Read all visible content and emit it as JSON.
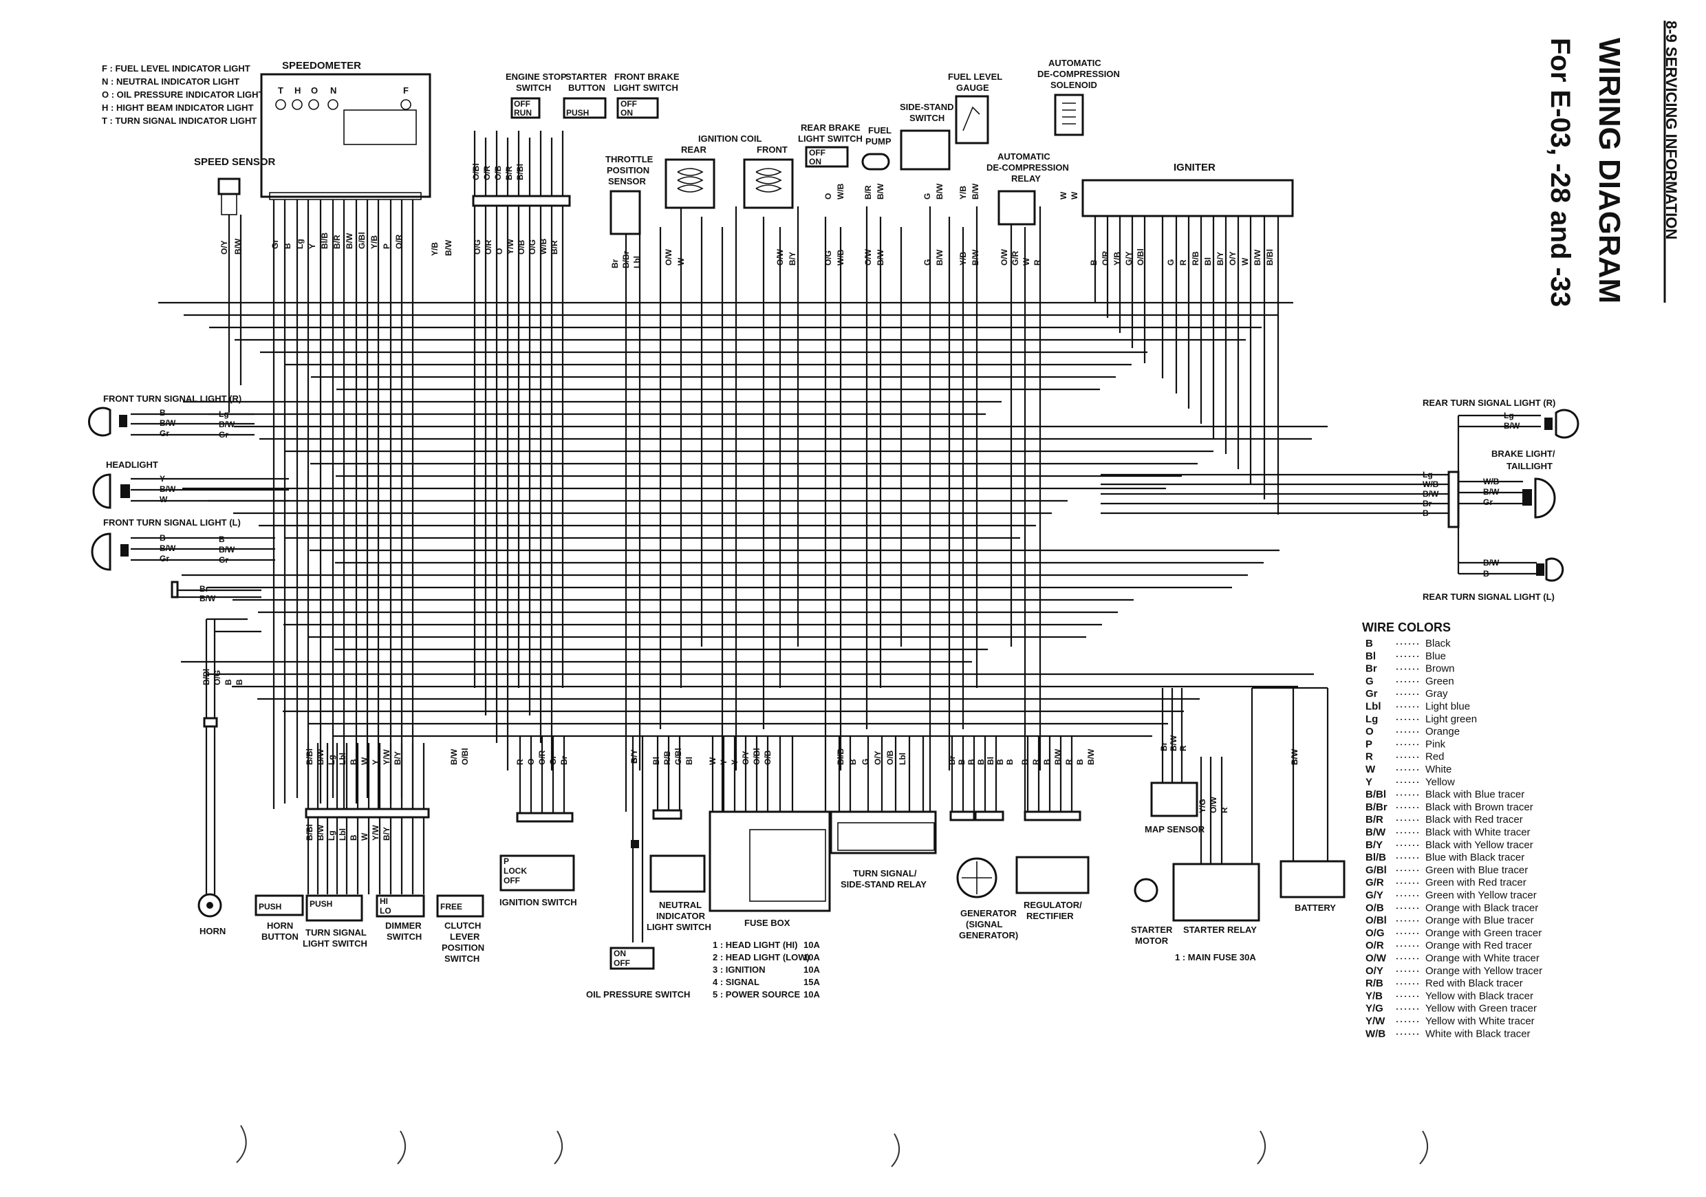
{
  "header": {
    "section": "8-9   SERVICING INFORMATION",
    "title": "WIRING DIAGRAM",
    "subtitle": "For E-03, -28 and -33"
  },
  "indicator_key": [
    "F : FUEL LEVEL INDICATOR LIGHT",
    "N : NEUTRAL INDICATOR LIGHT",
    "O : OIL PRESSURE INDICATOR LIGHT",
    "H : HIGHT BEAM INDICATOR LIGHT",
    "T : TURN SIGNAL INDICATOR LIGHT"
  ],
  "components": {
    "speedometer": "SPEEDOMETER",
    "speed_sensor": "SPEED SENSOR",
    "engine_stop_switch": [
      "ENGINE STOP",
      "SWITCH"
    ],
    "starter_button": [
      "STARTER",
      "BUTTON"
    ],
    "front_brake_switch": [
      "FRONT BRAKE",
      "LIGHT SWITCH"
    ],
    "throttle_sensor": [
      "THROTTLE",
      "POSITION",
      "SENSOR"
    ],
    "ignition_coil": "IGNITION COIL",
    "coil_rear": "REAR",
    "coil_front": "FRONT",
    "rear_brake_switch": [
      "REAR BRAKE",
      "LIGHT SWITCH"
    ],
    "fuel_pump": [
      "FUEL",
      "PUMP"
    ],
    "side_stand_switch": [
      "SIDE-STAND",
      "SWITCH"
    ],
    "fuel_level_gauge": [
      "FUEL LEVEL",
      "GAUGE"
    ],
    "decomp_relay": [
      "AUTOMATIC",
      "DE-COMPRESSION",
      "RELAY"
    ],
    "decomp_solenoid": [
      "AUTOMATIC",
      "DE-COMPRESSION",
      "SOLENOID"
    ],
    "igniter": "IGNITER",
    "front_turn_r": "FRONT TURN SIGNAL LIGHT (R)",
    "headlight": "HEADLIGHT",
    "front_turn_l": "FRONT TURN SIGNAL LIGHT (L)",
    "rear_turn_r": "REAR TURN SIGNAL LIGHT (R)",
    "brake_light": [
      "BRAKE LIGHT/",
      "TAILLIGHT"
    ],
    "rear_turn_l": "REAR TURN SIGNAL LIGHT (L)",
    "horn": "HORN",
    "horn_button": [
      "HORN",
      "BUTTON"
    ],
    "turn_switch": [
      "TURN SIGNAL",
      "LIGHT SWITCH"
    ],
    "dimmer_switch": [
      "DIMMER",
      "SWITCH"
    ],
    "clutch_switch": [
      "CLUTCH",
      "LEVER",
      "POSITION",
      "SWITCH"
    ],
    "ignition_switch": "IGNITION SWITCH",
    "oil_pressure_switch": "OIL PRESSURE SWITCH",
    "neutral_switch": [
      "NEUTRAL",
      "INDICATOR",
      "LIGHT SWITCH"
    ],
    "fuse_box": "FUSE BOX",
    "turn_relay": [
      "TURN SIGNAL/",
      "SIDE-STAND RELAY"
    ],
    "generator": [
      "GENERATOR",
      "(SIGNAL",
      "GENERATOR)"
    ],
    "regulator": [
      "REGULATOR/",
      "RECTIFIER"
    ],
    "map_sensor": "MAP SENSOR",
    "starter_motor": [
      "STARTER",
      "MOTOR"
    ],
    "starter_relay": "STARTER RELAY",
    "main_fuse": "1 : MAIN FUSE 30A",
    "battery": "BATTERY"
  },
  "fuses": [
    {
      "label": "1 : HEAD LIGHT (HI)",
      "rating": "10A"
    },
    {
      "label": "2 : HEAD LIGHT (LOW)",
      "rating": "10A"
    },
    {
      "label": "3 : IGNITION",
      "rating": "10A"
    },
    {
      "label": "4 : SIGNAL",
      "rating": "15A"
    },
    {
      "label": "5 : POWER SOURCE",
      "rating": "10A"
    }
  ],
  "switch_labels": {
    "off": "OFF",
    "run": "RUN",
    "on": "ON",
    "push": "PUSH",
    "lock": "LOCK",
    "hi": "HI",
    "lo": "LO",
    "free": "FREE",
    "p": "P"
  },
  "speedo_pins": [
    "T",
    "H",
    "O",
    "N",
    "F"
  ],
  "wire_colors_title": "WIRE COLORS",
  "wire_colors": [
    {
      "code": "B",
      "name": "Black"
    },
    {
      "code": "Bl",
      "name": "Blue"
    },
    {
      "code": "Br",
      "name": "Brown"
    },
    {
      "code": "G",
      "name": "Green"
    },
    {
      "code": "Gr",
      "name": "Gray"
    },
    {
      "code": "Lbl",
      "name": "Light blue"
    },
    {
      "code": "Lg",
      "name": "Light green"
    },
    {
      "code": "O",
      "name": "Orange"
    },
    {
      "code": "P",
      "name": "Pink"
    },
    {
      "code": "R",
      "name": "Red"
    },
    {
      "code": "W",
      "name": "White"
    },
    {
      "code": "Y",
      "name": "Yellow"
    },
    {
      "code": "B/Bl",
      "name": "Black with Blue tracer"
    },
    {
      "code": "B/Br",
      "name": "Black with Brown tracer"
    },
    {
      "code": "B/R",
      "name": "Black with Red tracer"
    },
    {
      "code": "B/W",
      "name": "Black with White tracer"
    },
    {
      "code": "B/Y",
      "name": "Black with Yellow tracer"
    },
    {
      "code": "Bl/B",
      "name": "Blue with Black tracer"
    },
    {
      "code": "G/Bl",
      "name": "Green with Blue tracer"
    },
    {
      "code": "G/R",
      "name": "Green with Red tracer"
    },
    {
      "code": "G/Y",
      "name": "Green with Yellow tracer"
    },
    {
      "code": "O/B",
      "name": "Orange with Black tracer"
    },
    {
      "code": "O/Bl",
      "name": "Orange with Blue tracer"
    },
    {
      "code": "O/G",
      "name": "Orange with Green tracer"
    },
    {
      "code": "O/R",
      "name": "Orange with Red tracer"
    },
    {
      "code": "O/W",
      "name": "Orange with White tracer"
    },
    {
      "code": "O/Y",
      "name": "Orange with Yellow tracer"
    },
    {
      "code": "R/B",
      "name": "Red with Black tracer"
    },
    {
      "code": "Y/B",
      "name": "Yellow with Black tracer"
    },
    {
      "code": "Y/G",
      "name": "Yellow with Green tracer"
    },
    {
      "code": "Y/W",
      "name": "Yellow with White tracer"
    },
    {
      "code": "W/B",
      "name": "White with Black tracer"
    }
  ],
  "wire_tags": {
    "speed_sensor": [
      "O/Y",
      "B/W"
    ],
    "speedo_bottom": [
      "Gr",
      "B",
      "Lg",
      "Y",
      "Bl/B",
      "B/R",
      "B/W",
      "G/Bl",
      "Y/B",
      "P",
      "O/R"
    ],
    "speedo_side": [
      "Y/B",
      "B/W"
    ],
    "handlebar_top": [
      "O/Bl",
      "O/R",
      "O/B",
      "B/R",
      "B/Bl"
    ],
    "handlebar_mid": [
      "O/G",
      "O/R",
      "O",
      "Y/W",
      "O/B",
      "O/G",
      "W/B",
      "B/R"
    ],
    "throttle": [
      "Br",
      "B/Br",
      "Lbl"
    ],
    "coil_rear": [
      "O/W",
      "W"
    ],
    "coil_front": [
      "O/W",
      "B/Y"
    ],
    "rear_brake_top": [
      "O",
      "W/B"
    ],
    "rear_brake_bot": [
      "O/G",
      "W/B"
    ],
    "fuel_pump_top": [
      "B/R",
      "B/W"
    ],
    "fuel_pump_bot": [
      "O/W",
      "B/W"
    ],
    "side_stand_top": [
      "G",
      "B/W"
    ],
    "side_stand_bot": [
      "G",
      "B/W"
    ],
    "fuel_gauge_top": [
      "Y/B",
      "B/W"
    ],
    "fuel_gauge_bot": [
      "Y/B",
      "B/W"
    ],
    "decomp_relay": [
      "O/W",
      "G/R",
      "W",
      "R"
    ],
    "decomp_solenoid": [
      "W",
      "W"
    ],
    "igniter_a": [
      "B",
      "O/R",
      "Y/B",
      "G/Y",
      "O/Bl"
    ],
    "igniter_b": [
      "G",
      "R",
      "R/B",
      "Bl",
      "B/Y",
      "O/Y",
      "W",
      "B/W",
      "B/Bl"
    ],
    "front_turn_r": [
      "B",
      "B/W",
      "Gr",
      "Lg",
      "B/W",
      "Gr"
    ],
    "headlight": [
      "Y",
      "B/W",
      "W"
    ],
    "front_turn_l": [
      "B",
      "B/W",
      "Gr",
      "B",
      "B/W",
      "Gr"
    ],
    "misc_left": [
      "Br",
      "B/W"
    ],
    "rear_r": [
      "Lg",
      "B/W"
    ],
    "rear_bus": [
      "Lg",
      "W/B",
      "B/W",
      "Br",
      "B"
    ],
    "brake_light": [
      "W/B",
      "B/W",
      "Gr"
    ],
    "rear_l": [
      "B/W",
      "B"
    ],
    "horn": [
      "B/Bl",
      "O/G",
      "B",
      "B"
    ],
    "switch_bottom_a": [
      "B/Bl",
      "B/W",
      "Lg",
      "Lbl",
      "B",
      "W",
      "Y",
      "Y/W",
      "B/Y"
    ],
    "switch_bottom_b": [
      "B/Bl",
      "B/W",
      "Lg",
      "Lbl",
      "B",
      "W",
      "Y/W",
      "B/Y"
    ],
    "switch_right": [
      "B/W",
      "O/Bl"
    ],
    "ignition": [
      "R",
      "O",
      "O/R",
      "Gr",
      "Br"
    ],
    "oil": [
      "B",
      "G/Y"
    ],
    "neutral": [
      "Bl",
      "R/B",
      "G/Bl",
      "Bl"
    ],
    "fuse_top": [
      "W",
      "Y",
      "Y",
      "O/Y",
      "O/Bl",
      "O/B"
    ],
    "relay_top": [
      "Bl/B",
      "B",
      "G",
      "O/Y",
      "O/B",
      "Lbl"
    ],
    "generator": [
      "Br",
      "B",
      "B",
      "B",
      "Bl",
      "B",
      "B"
    ],
    "regulator": [
      "B",
      "R",
      "B",
      "B/W",
      "R",
      "B",
      "B/W"
    ],
    "map": [
      "Br",
      "B/W",
      "R"
    ],
    "starter_relay": [
      "Y/G",
      "O/W",
      "R"
    ],
    "battery": [
      "B/W",
      "B/W"
    ]
  }
}
